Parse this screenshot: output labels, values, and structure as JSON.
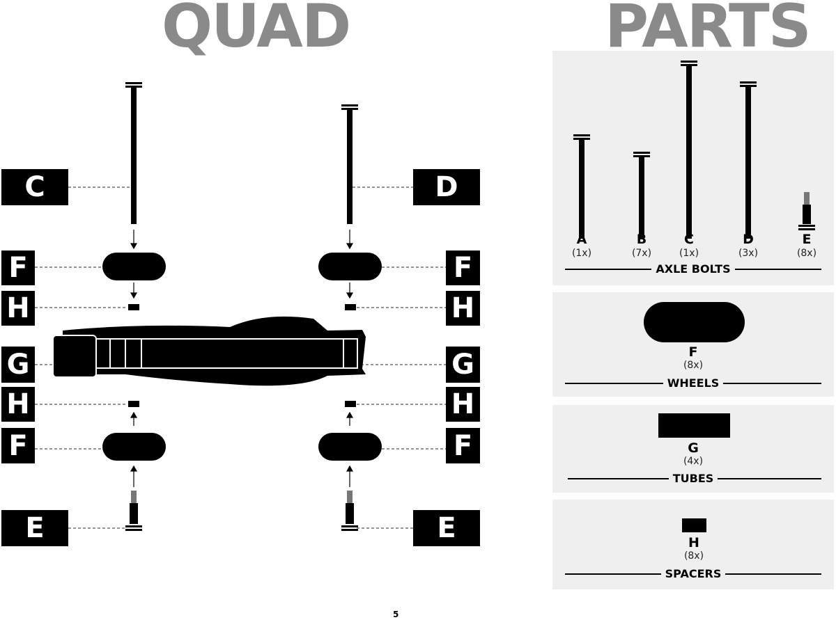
{
  "diagram": {
    "title": "QUAD",
    "labels": {
      "c": "C",
      "d": "D",
      "f": "F",
      "h": "H",
      "g": "G",
      "e": "E"
    }
  },
  "parts": {
    "title": "PARTS",
    "axle_bolts": {
      "section": "AXLE BOLTS",
      "items": [
        {
          "letter": "A",
          "count": "(1x)"
        },
        {
          "letter": "B",
          "count": "(7x)"
        },
        {
          "letter": "C",
          "count": "(1x)"
        },
        {
          "letter": "D",
          "count": "(3x)"
        },
        {
          "letter": "E",
          "count": "(8x)"
        }
      ]
    },
    "wheels": {
      "section": "WHEELS",
      "letter": "F",
      "count": "(8x)"
    },
    "tubes": {
      "section": "TUBES",
      "letter": "G",
      "count": "(4x)"
    },
    "spacers": {
      "section": "SPACERS",
      "letter": "H",
      "count": "(8x)"
    }
  },
  "page_number": "5"
}
